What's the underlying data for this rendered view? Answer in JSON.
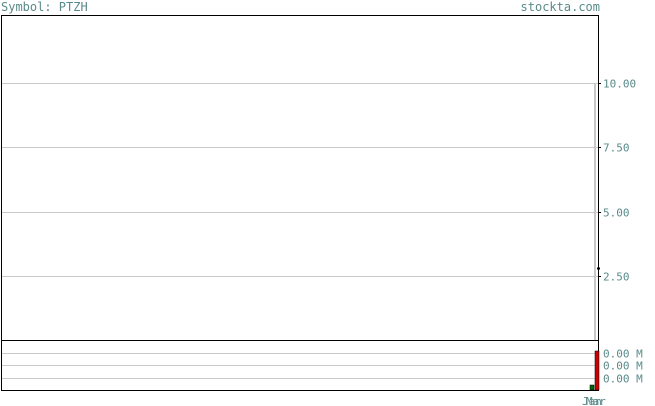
{
  "header": {
    "symbol_text": "Symbol: PTZH",
    "site_text": "stockta.com"
  },
  "colors": {
    "frame": "#000000",
    "grid": "#c8c8c8",
    "text": "#5a8a8a",
    "volume_up": "#cc0000",
    "volume_down": "#006600",
    "price_marker": "#000000"
  },
  "chart_data": [
    {
      "type": "line",
      "panel": "price",
      "title": "",
      "xlabel": "",
      "ylabel": "",
      "ylim": [
        0,
        12.65
      ],
      "y_ticks": [
        10.0,
        7.5,
        5.0,
        2.5
      ],
      "y_tick_labels": [
        "10.00",
        "7.50",
        "5.00",
        "2.50"
      ],
      "grid": true,
      "series": [
        {
          "values": [
            2.8
          ]
        }
      ]
    },
    {
      "type": "bar",
      "panel": "volume",
      "title": "",
      "xlabel": "",
      "ylabel": "",
      "ylim": [
        0,
        1
      ],
      "y_tick_labels": [
        "0.00 M",
        "0.00 M",
        "0.00 M"
      ],
      "grid": true,
      "x_tick_labels": [
        "Jan",
        "Mar"
      ],
      "bars": [
        {
          "value": 0.1,
          "direction": "down"
        },
        {
          "value": 0.78,
          "direction": "up"
        }
      ]
    }
  ]
}
